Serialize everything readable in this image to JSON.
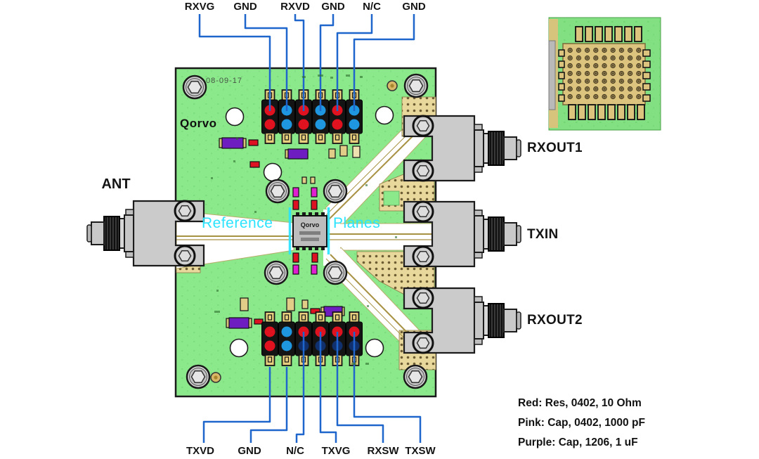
{
  "pins": {
    "top": [
      "RXVG",
      "GND",
      "RXVD",
      "GND",
      "N/C",
      "GND"
    ],
    "bottom": [
      "TXVD",
      "GND",
      "N/C",
      "TXVG",
      "RXSW",
      "TXSW"
    ]
  },
  "connectors": {
    "ant": "ANT",
    "rxout1": "RXOUT1",
    "txin": "TXIN",
    "rxout2": "RXOUT2"
  },
  "overlay": {
    "reference": "Reference",
    "planes": "Planes"
  },
  "silkscreen": {
    "date": "08-09-17",
    "logo": "Qorvo",
    "chip_marking": "Qorvo"
  },
  "legend": {
    "red_line": "Red: Res, 0402, 10 Ohm",
    "pink_line": "Pink: Cap, 0402, 1000 pF",
    "purple_line": "Purple: Cap, 1206, 1 uF"
  },
  "colors": {
    "board_green": "#8BE88B",
    "annotation_blue": "#1E66CC",
    "annotation_cyan": "#2BE3FF",
    "pin_red": "#E0121F",
    "pin_blue": "#1F97E0",
    "cap_pink": "#E020D0",
    "cap_purple": "#6E1EC0",
    "res_red": "#DD1122",
    "stitch_tan": "#E9D89B"
  }
}
